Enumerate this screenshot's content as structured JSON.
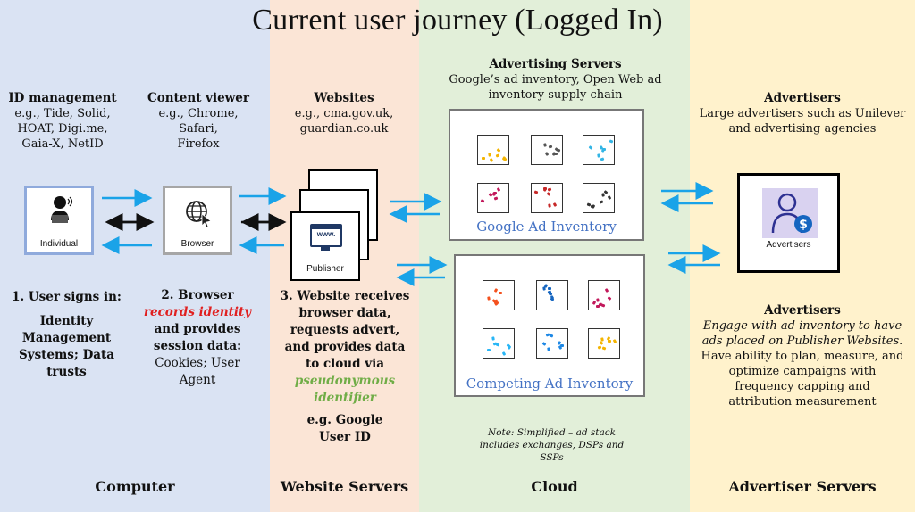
{
  "title": "Current user journey (Logged In)",
  "colors": {
    "arrow_blue": "#1aa3e8",
    "google_inv": [
      "#f4b400",
      "#555555",
      "#33b5e5",
      "#c2185b",
      "#c62828",
      "#333333"
    ],
    "competing_inv": [
      "#f4511e",
      "#1565c0",
      "#c2185b",
      "#29b6f6",
      "#1e88e5",
      "#f4b400"
    ]
  },
  "columns": {
    "id_mgmt": {
      "heading": "ID management",
      "lines": [
        "e.g., Tide, Solid,",
        "HOAT, Digi.me,",
        "Gaia-X, NetID"
      ]
    },
    "content_viewer": {
      "heading": "Content viewer",
      "lines": [
        "e.g., Chrome,",
        "Safari,",
        "Firefox"
      ]
    },
    "websites": {
      "heading": "Websites",
      "lines": [
        "e.g., cma.gov.uk,",
        "guardian.co.uk"
      ]
    },
    "ad_servers": {
      "heading": "Advertising Servers",
      "lines": [
        "Google’s ad inventory, Open Web ad",
        "inventory supply chain"
      ]
    },
    "advertisers": {
      "heading": "Advertisers",
      "lines": [
        "Large advertisers such as Unilever",
        "and advertising agencies"
      ]
    }
  },
  "nodes": {
    "individual": "Individual",
    "browser": "Browser",
    "publisher": "Publisher",
    "publisher_screen": "www.",
    "advertisers": "Advertisers",
    "google_inventory": "Google Ad Inventory",
    "competing_inventory": "Competing Ad Inventory"
  },
  "steps": {
    "s1_a": "1. User signs in:",
    "s1_lines": [
      "Identity",
      "Management",
      "Systems; Data",
      "trusts"
    ],
    "s2_a": "2. Browser",
    "s2_red": "records identity",
    "s2_lines": [
      "and provides",
      "session data:"
    ],
    "s2_plain": [
      "Cookies; User",
      "Agent"
    ],
    "s3_lines": [
      "3. Website receives",
      "browser data,",
      "requests advert,",
      "and provides data",
      "to cloud via"
    ],
    "s3_green": [
      "pseudonymous",
      "identifier"
    ],
    "s3_example": [
      "e.g. Google",
      "User ID"
    ]
  },
  "advertisers_desc": {
    "heading": "Advertisers",
    "italic": [
      "Engage with ad inventory to have",
      "ads placed on Publisher Websites."
    ],
    "lines": [
      "Have ability to plan, measure, and",
      "optimize campaigns with",
      "frequency capping and",
      "attribution measurement"
    ]
  },
  "note": [
    "Note: Simplified – ad stack",
    "includes exchanges, DSPs and",
    "SSPs"
  ],
  "footers": {
    "computer": "Computer",
    "website_servers": "Website Servers",
    "cloud": "Cloud",
    "advertiser_servers": "Advertiser Servers"
  }
}
